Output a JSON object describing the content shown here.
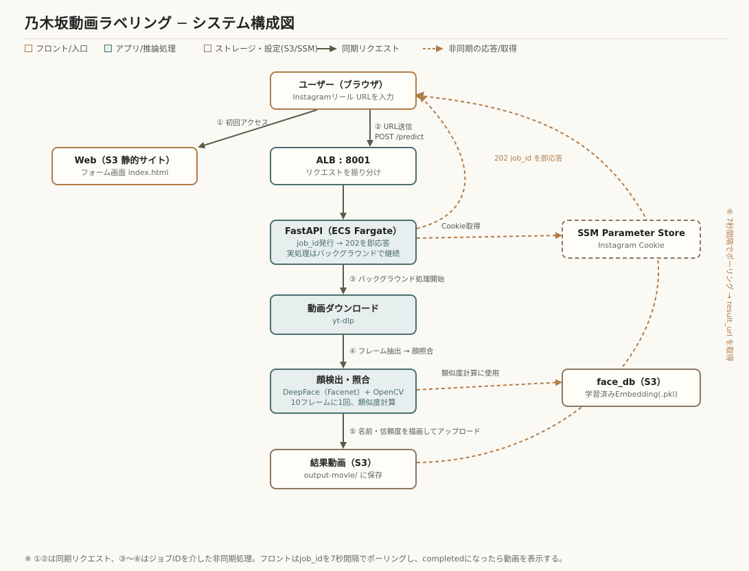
{
  "title": "乃木坂動画ラベリング ─ システム構成図",
  "legend": {
    "front": "フロント/入口",
    "app": "アプリ/推論処理",
    "storage": "ストレージ・設定(S3/SSM)",
    "sync": "同期リクエスト",
    "async": "非同期の応答/取得"
  },
  "colors": {
    "front_border": "#b07b47",
    "app_border": "#4a6e6e",
    "app_fill": "#e6efee",
    "storage_border": "#8a7560",
    "sync_arrow": "#5a5a4a",
    "async_arrow": "#b07b47"
  },
  "nodes": {
    "user": {
      "title": "ユーザー（ブラウザ）",
      "sub": "Instagramリール URLを入力"
    },
    "web": {
      "title": "Web（S3 静的サイト）",
      "sub": "フォーム画面 index.html"
    },
    "alb": {
      "title": "ALB : 8001",
      "sub": "リクエストを振り分け"
    },
    "fastapi": {
      "title": "FastAPI（ECS Fargate）",
      "sub1": "job_id発行 → 202を即応答",
      "sub2": "実処理はバックグラウンドで継続"
    },
    "ssm": {
      "title": "SSM Parameter Store",
      "sub": "Instagram Cookie"
    },
    "download": {
      "title": "動画ダウンロード",
      "sub": "yt-dlp"
    },
    "face": {
      "title": "顔検出・照合",
      "sub1": "DeepFace（Facenet）+ OpenCV",
      "sub2": "10フレームに1回、類似度計算"
    },
    "facedb": {
      "title": "face_db（S3）",
      "sub": "学習済みEmbedding(.pkl)"
    },
    "result": {
      "title": "結果動画（S3）",
      "sub": "output-movie/ に保存"
    }
  },
  "edges": {
    "first_access": "① 初回アクセス",
    "url_send": "② URL送信",
    "url_send_sub": "POST /predict",
    "job202": "202 job_id を即応答",
    "cookie": "Cookie取得",
    "bg_start": "③ バックグラウンド処理開始",
    "frame": "④ フレーム抽出 → 顔照合",
    "similarity": "類似度計算に使用",
    "upload": "⑤ 名前・信頼度を描画してアップロード",
    "polling": "⑥ 7秒間隔でポーリング → result_url を取得"
  },
  "footnote": "※ ①②は同期リクエスト、③〜⑥はジョブIDを介した非同期処理。フロントはjob_idを7秒間隔でポーリングし、completedになったら動画を表示する。"
}
